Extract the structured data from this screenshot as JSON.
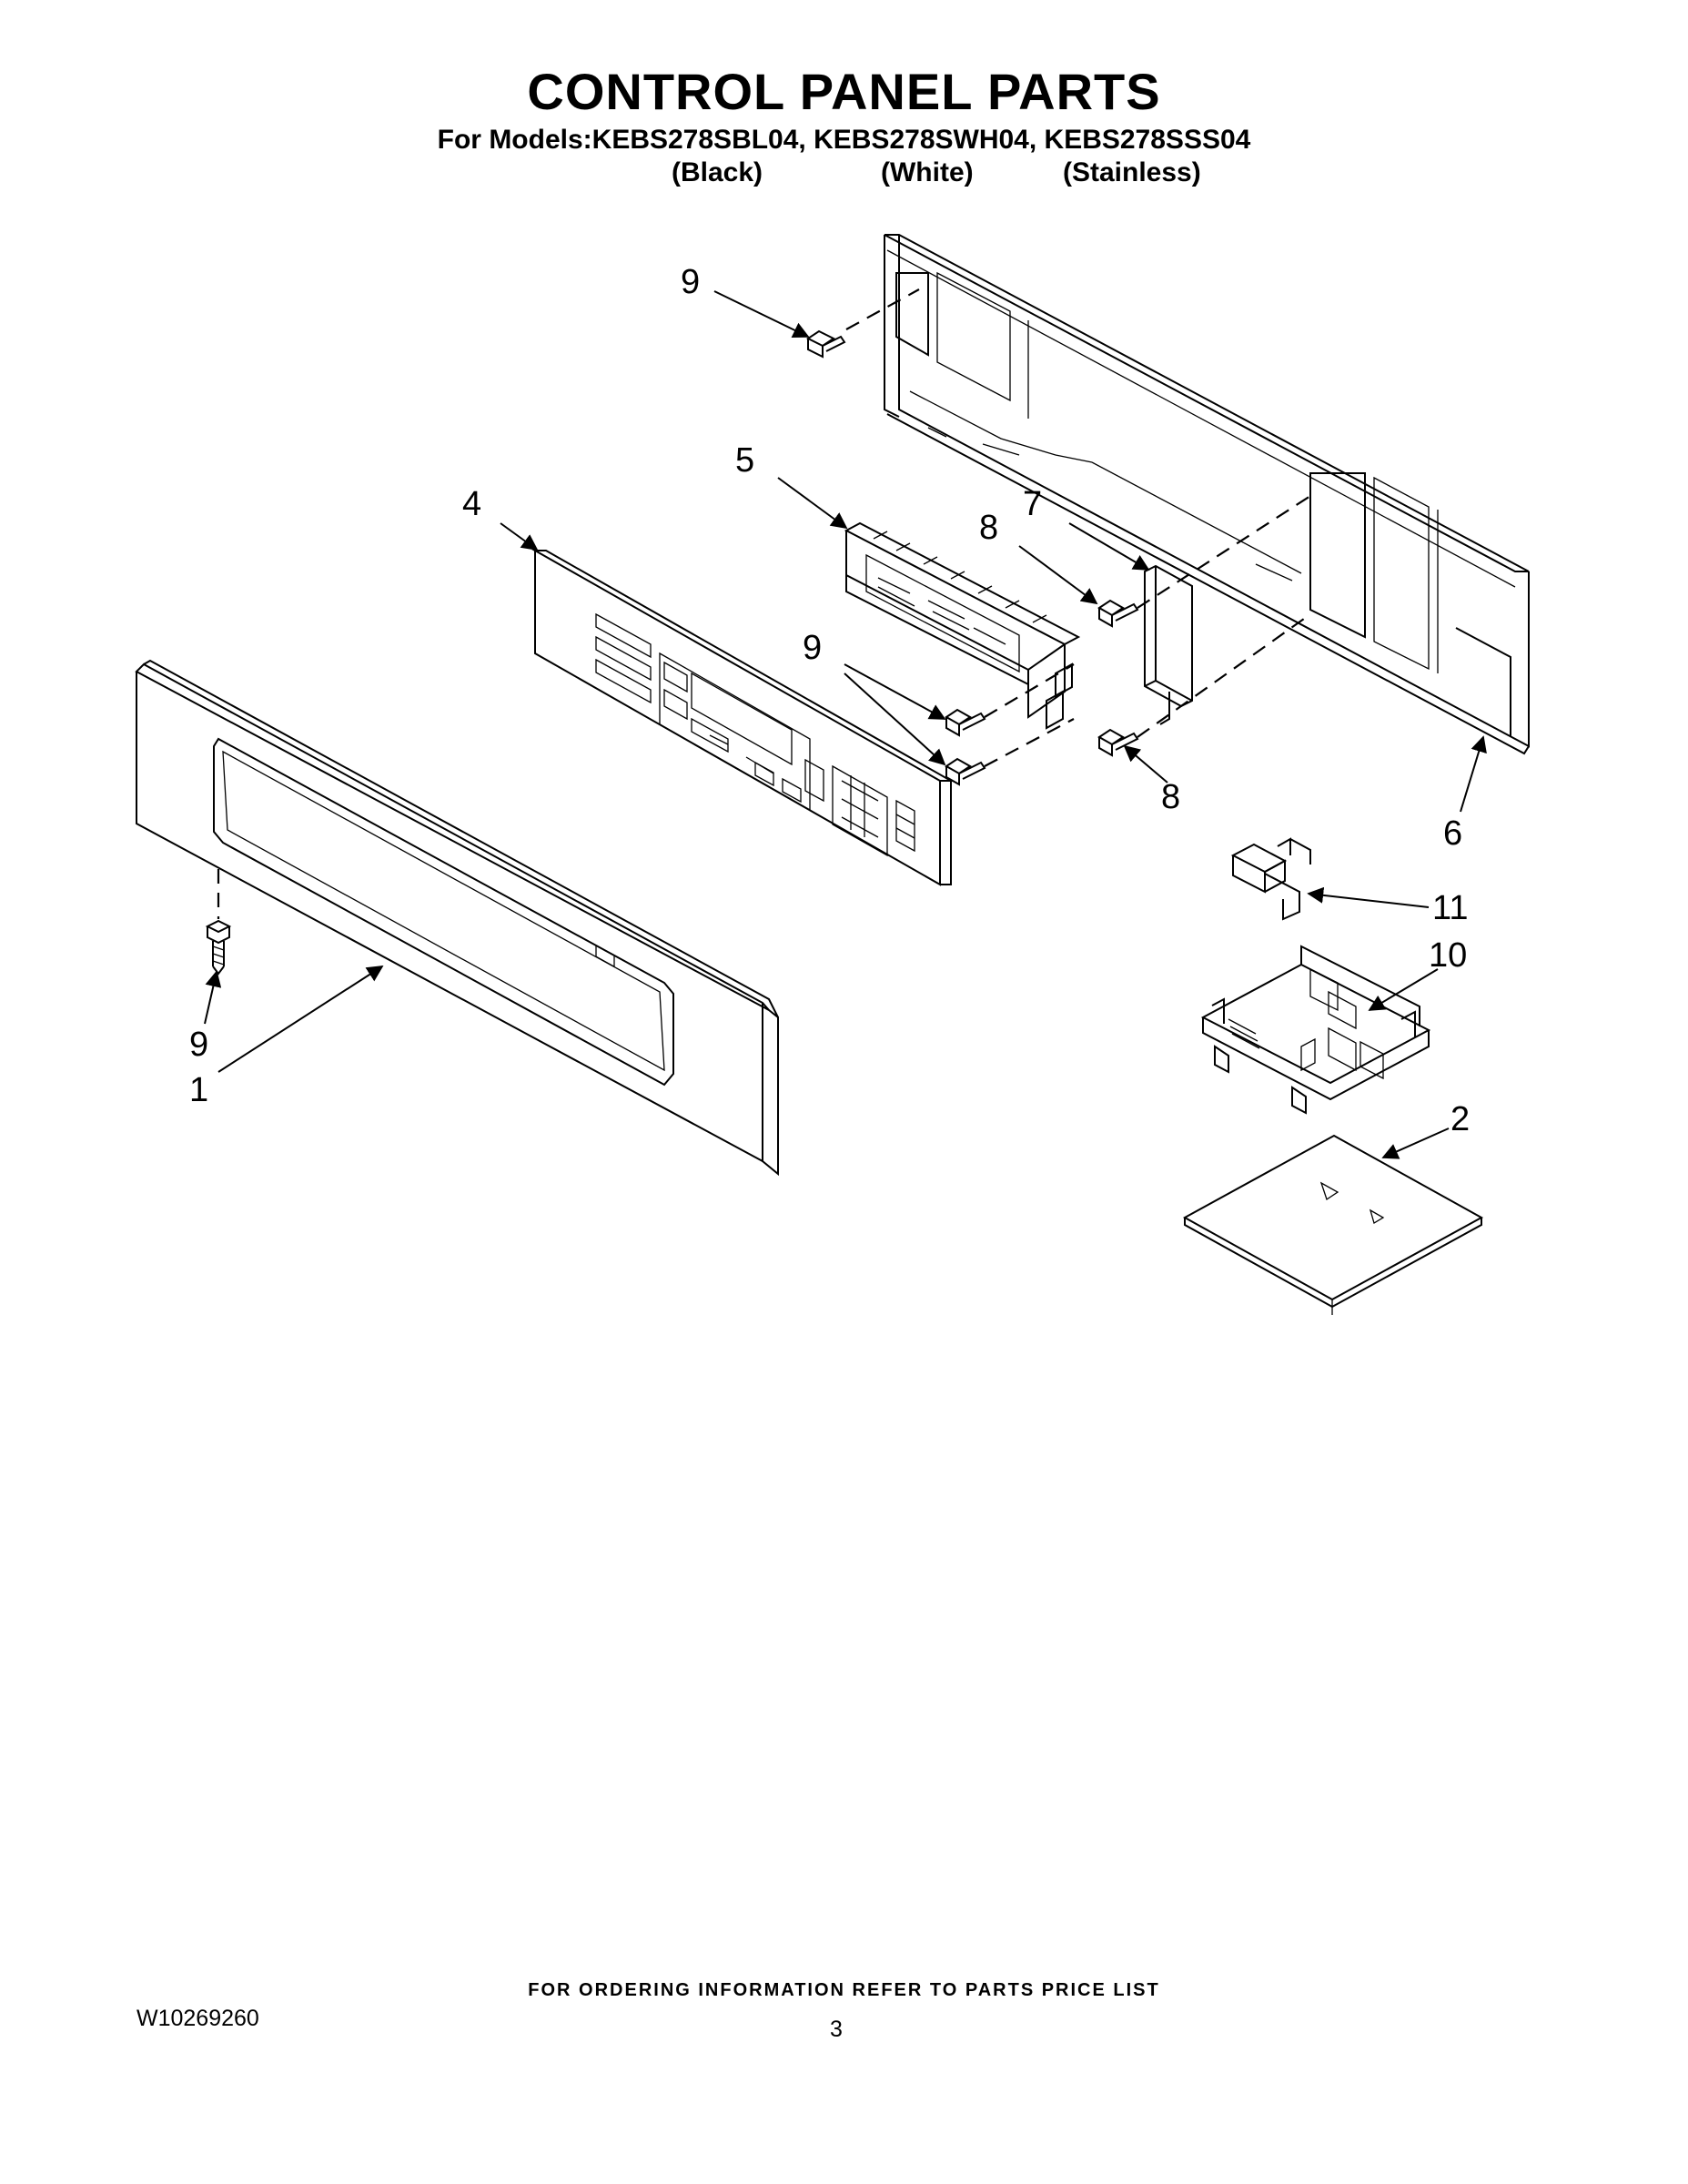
{
  "header": {
    "title": "CONTROL PANEL PARTS",
    "models_line": "For Models:KEBS278SBL04, KEBS278SWH04, KEBS278SSS04",
    "finishes": [
      "(Black)",
      "(White)",
      "(Stainless)"
    ]
  },
  "callouts": [
    "9",
    "5",
    "7",
    "8",
    "4",
    "9",
    "8",
    "6",
    "11",
    "10",
    "9",
    "1",
    "2"
  ],
  "footer": {
    "ordering_note": "FOR ORDERING INFORMATION REFER TO PARTS PRICE LIST",
    "doc_number": "W10269260",
    "page_number": "3"
  }
}
